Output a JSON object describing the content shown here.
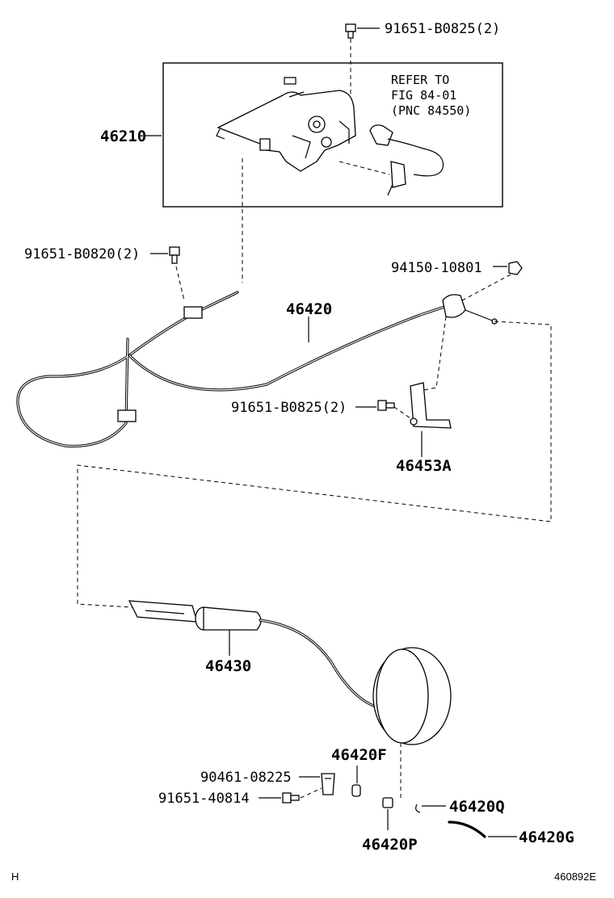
{
  "labels": {
    "p1": "91651-B0825(2)",
    "p2": "46210",
    "p3": "91651-B0820(2)",
    "p4": "94150-10801",
    "p5": "46420",
    "p6": "91651-B0825(2)",
    "p7": "46453A",
    "p8": "46430",
    "p9": "46420F",
    "p10": "90461-08225",
    "p11": "91651-40814",
    "p12": "46420Q",
    "p13": "46420G",
    "p14": "46420P"
  },
  "refer": {
    "line1": "REFER TO",
    "line2": "FIG 84-01",
    "line3": "(PNC 84550)"
  },
  "footer": {
    "left": "H",
    "right": "460892E"
  }
}
